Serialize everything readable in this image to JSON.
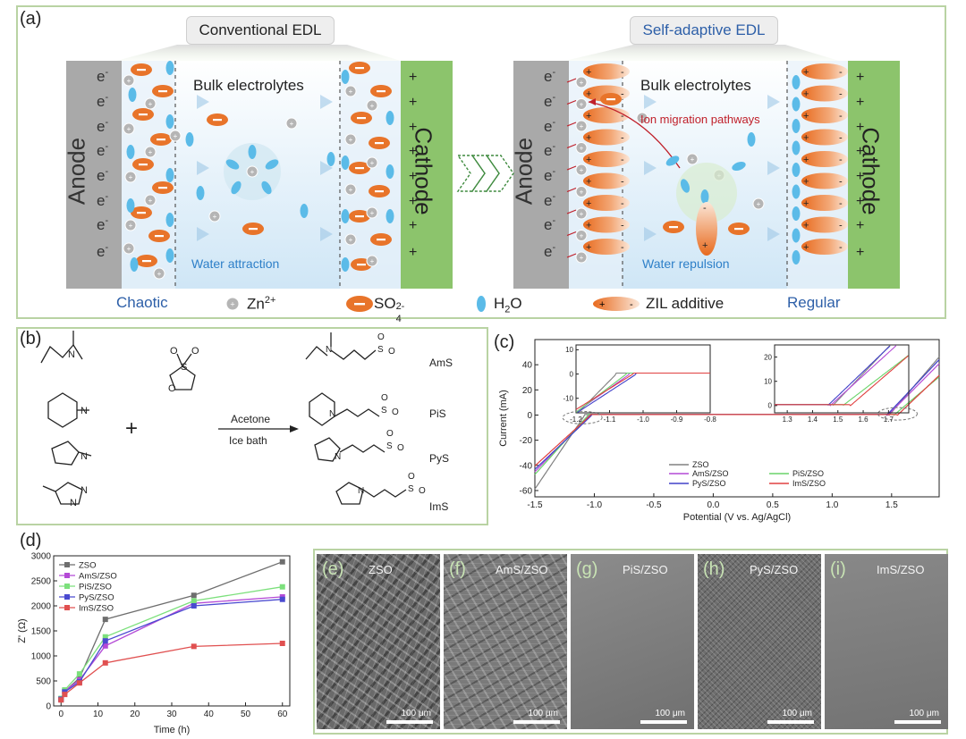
{
  "panel_a": {
    "letter": "(a)",
    "conventional_title": "Conventional EDL",
    "adaptive_title": "Self-adaptive EDL",
    "anode": "Anode",
    "cathode": "Cathode",
    "bulk": "Bulk electrolytes",
    "water_attraction": "Water attraction",
    "water_repulsion": "Water repulsion",
    "ion_migration": "Ion migration pathways",
    "chaotic": "Chaotic",
    "regular": "Regular",
    "electron": "e",
    "electron_sup": "-",
    "plus": "+",
    "minus": "-",
    "legend": {
      "zn": "Zn",
      "zn_sup": "2+",
      "so4": "SO",
      "so4_sub": "4",
      "so4_sup": "2-",
      "h2o_h": "H",
      "h2o_sub": "2",
      "h2o_o": "O",
      "zil": "ZIL additive"
    },
    "colors": {
      "anode": "#a9a9a9",
      "cathode": "#8cc46c",
      "sulfate": "#e8742a",
      "water": "#5bbbe8",
      "zn": "#b5b5b5",
      "accent_red": "#c0202a",
      "blue_text": "#2d5fa8"
    }
  },
  "panel_b": {
    "letter": "(b)",
    "plus": "+",
    "reagent_top": "Acetone",
    "reagent_bottom": "Ice bath",
    "products": [
      "AmS",
      "PiS",
      "PyS",
      "ImS"
    ]
  },
  "panel_c": {
    "letter": "(c)",
    "ylabel": "Current (mA)",
    "xlabel": "Potential (V vs. Ag/AgCl)"
  },
  "panel_d": {
    "letter": "(d)",
    "ylabel": "Z' (Ω)",
    "xlabel": "Time (h)"
  },
  "sem_panels": [
    {
      "letter": "(e)",
      "label": "ZSO",
      "scale": "100 μm"
    },
    {
      "letter": "(f)",
      "label": "AmS/ZSO",
      "scale": "100 μm"
    },
    {
      "letter": "(g)",
      "label": "PiS/ZSO",
      "scale": "100 μm"
    },
    {
      "letter": "(h)",
      "label": "PyS/ZSO",
      "scale": "100 μm"
    },
    {
      "letter": "(i)",
      "label": "ImS/ZSO",
      "scale": "100 μm"
    }
  ],
  "chart_data": [
    {
      "type": "line",
      "panel": "c",
      "xlabel": "Potential (V vs. Ag/AgCl)",
      "ylabel": "Current (mA)",
      "xlim": [
        -1.5,
        1.9
      ],
      "ylim": [
        -65,
        60
      ],
      "xticks": [
        -1.5,
        -1.0,
        -0.5,
        0.0,
        0.5,
        1.0,
        1.5
      ],
      "yticks": [
        -60,
        -40,
        -20,
        0,
        20,
        40
      ],
      "legend_placement": "bottom-center",
      "series": [
        {
          "name": "ZSO",
          "color": "#808080",
          "onset_neg": -1.08,
          "slope_neg": 140,
          "onset_pos": 1.48,
          "slope_pos": 110
        },
        {
          "name": "AmS/ZSO",
          "color": "#b44ad6",
          "onset_neg": -1.04,
          "slope_neg": 98,
          "onset_pos": 1.47,
          "slope_pos": 95
        },
        {
          "name": "PiS/ZSO",
          "color": "#6ad46a",
          "onset_neg": -1.05,
          "slope_neg": 105,
          "onset_pos": 1.52,
          "slope_pos": 80
        },
        {
          "name": "PyS/ZSO",
          "color": "#4040c8",
          "onset_neg": -1.02,
          "slope_neg": 90,
          "onset_pos": 1.46,
          "slope_pos": 100
        },
        {
          "name": "ImS/ZSO",
          "color": "#e04040",
          "onset_neg": -1.03,
          "slope_neg": 86,
          "onset_pos": 1.55,
          "slope_pos": 90
        }
      ],
      "inset_left": {
        "xlim": [
          -1.2,
          -0.8
        ],
        "ylim": [
          -16,
          12
        ],
        "xticks": [
          -1.2,
          -1.1,
          -1.0,
          -0.9,
          -0.8
        ],
        "yticks": [
          -10,
          0,
          10
        ]
      },
      "inset_right": {
        "xlim": [
          1.25,
          1.78
        ],
        "ylim": [
          -3,
          25
        ],
        "xticks": [
          1.3,
          1.4,
          1.5,
          1.6,
          1.7
        ],
        "yticks": [
          0,
          10,
          20
        ]
      }
    },
    {
      "type": "line",
      "panel": "d",
      "xlabel": "Time (h)",
      "ylabel": "Z' (Ω)",
      "xlim": [
        -2,
        62
      ],
      "ylim": [
        0,
        3000
      ],
      "xticks": [
        0,
        10,
        20,
        30,
        40,
        50,
        60
      ],
      "yticks": [
        0,
        500,
        1000,
        1500,
        2000,
        2500,
        3000
      ],
      "legend_placement": "top-left",
      "x": [
        0,
        1,
        5,
        12,
        36,
        60
      ],
      "series": [
        {
          "name": "ZSO",
          "color": "#6e6e6e",
          "values": [
            130,
            290,
            560,
            1730,
            2210,
            2880
          ]
        },
        {
          "name": "AmS/ZSO",
          "color": "#b44ad6",
          "values": [
            140,
            300,
            520,
            1200,
            2050,
            2180
          ]
        },
        {
          "name": "PiS/ZSO",
          "color": "#7ce07c",
          "values": [
            150,
            320,
            640,
            1380,
            2100,
            2380
          ]
        },
        {
          "name": "PyS/ZSO",
          "color": "#4a4ad0",
          "values": [
            135,
            280,
            480,
            1300,
            2000,
            2130
          ]
        },
        {
          "name": "ImS/ZSO",
          "color": "#e05050",
          "values": [
            120,
            230,
            460,
            860,
            1190,
            1250
          ]
        }
      ]
    }
  ]
}
